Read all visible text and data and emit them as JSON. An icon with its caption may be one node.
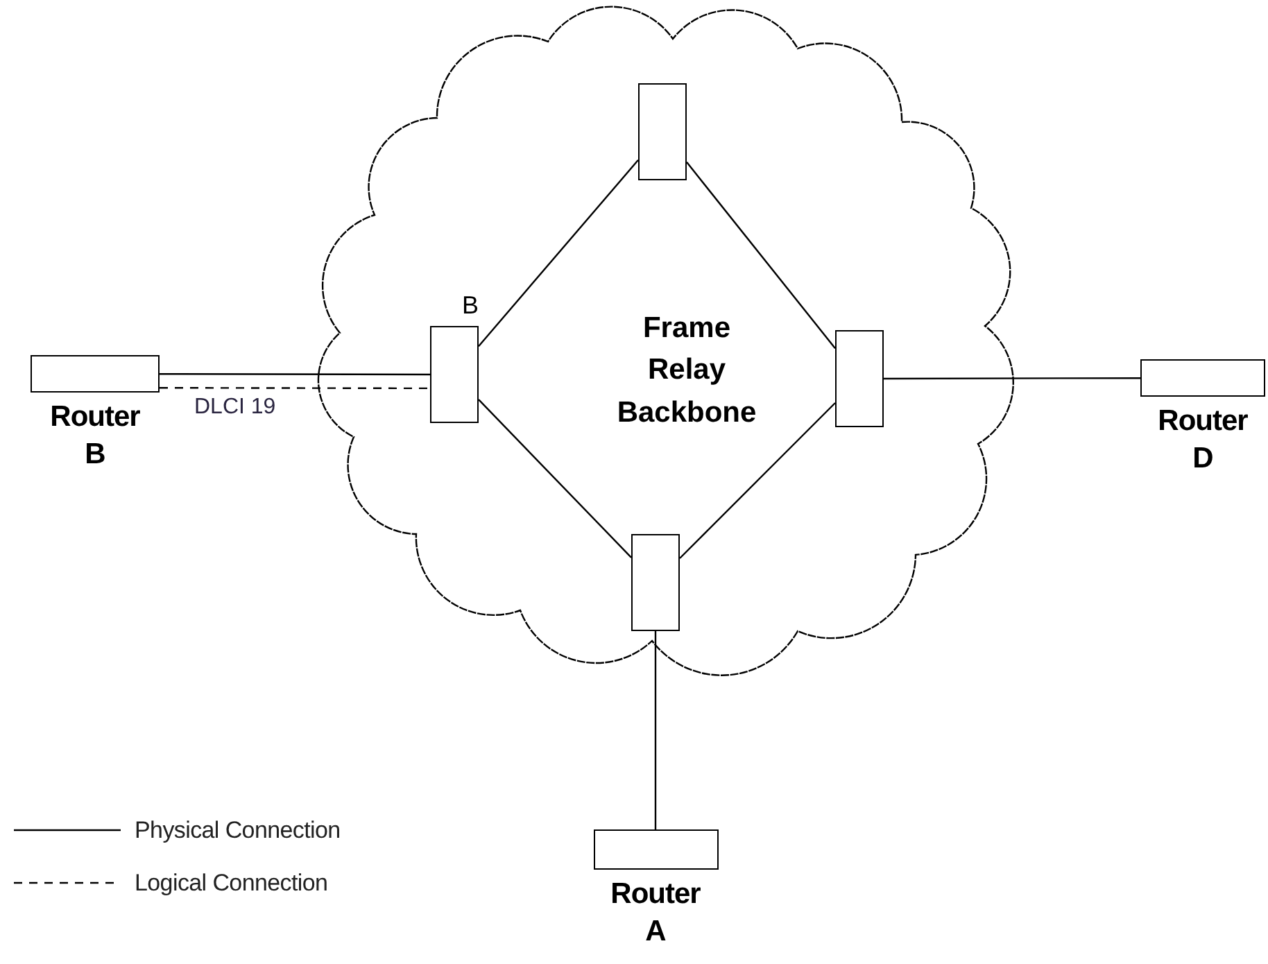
{
  "diagram": {
    "nodes": [
      {
        "text": [
          "Frame Relay Backbone"
        ]
      },
      {
        "text": [],
        "shape": "box",
        "in": 0
      },
      {
        "text": [],
        "shape": "box",
        "in": 0,
        "beside": [
          "B"
        ]
      },
      {
        "text": [],
        "shape": "box",
        "in": 0
      },
      {
        "text": [],
        "shape": "box",
        "in": 0
      },
      {
        "text": [
          "Router B"
        ]
      },
      {
        "text": [
          "Router D"
        ]
      },
      {
        "text": [
          "Router A"
        ]
      }
    ],
    "edges": [
      {
        "from": 5,
        "to": 2,
        "arrow": "none"
      },
      {
        "from": 5,
        "to": 2,
        "arrow": "none",
        "style": "dashed",
        "label": "DLCI 19"
      },
      {
        "from": 2,
        "to": 1,
        "arrow": "none"
      },
      {
        "from": 1,
        "to": 3,
        "arrow": "none"
      },
      {
        "from": 3,
        "to": 4,
        "arrow": "none"
      },
      {
        "from": 4,
        "to": 2,
        "arrow": "none"
      },
      {
        "from": 3,
        "to": 6,
        "arrow": "none"
      },
      {
        "from": 4,
        "to": 7,
        "arrow": "none"
      }
    ],
    "legend": [
      {
        "text": "Physical Connection"
      },
      {
        "text": "Logical Connection"
      }
    ]
  }
}
